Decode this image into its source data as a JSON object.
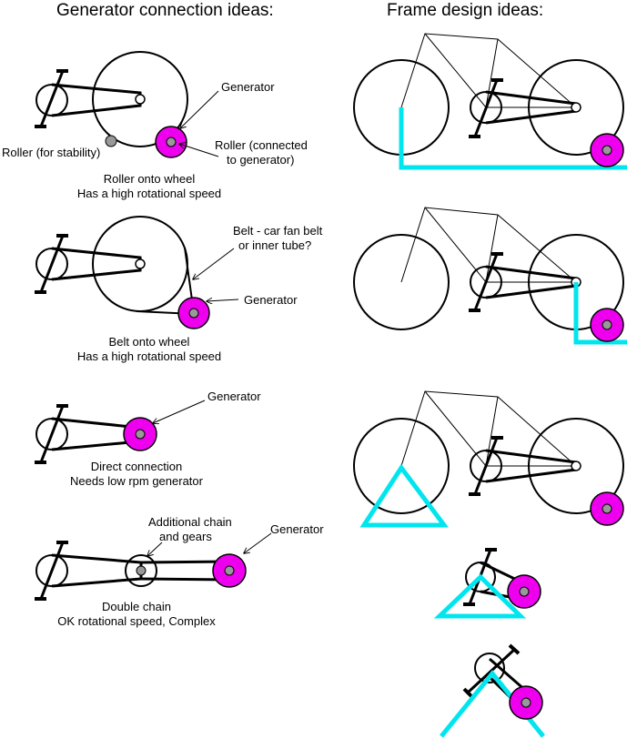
{
  "headings": {
    "left": "Generator connection ideas:",
    "right": "Frame design ideas:"
  },
  "panel1": {
    "generator_label": "Generator",
    "roller_stability_label": "Roller (for stability)",
    "roller_generator_line1": "Roller (connected",
    "roller_generator_line2": "to generator)",
    "caption_line1": "Roller onto wheel",
    "caption_line2": "Has a high rotational speed"
  },
  "panel2": {
    "belt_line1": "Belt - car fan belt",
    "belt_line2": "or inner tube?",
    "generator_label": "Generator",
    "caption_line1": "Belt onto wheel",
    "caption_line2": "Has a high rotational speed"
  },
  "panel3": {
    "generator_label": "Generator",
    "caption_line1": "Direct connection",
    "caption_line2": "Needs low rpm generator"
  },
  "panel4": {
    "chain_line1": "Additional chain",
    "chain_line2": "and gears",
    "generator_label": "Generator",
    "caption_line1": "Double chain",
    "caption_line2": "OK rotational speed, Complex"
  },
  "colors": {
    "generator": "#ee00ee",
    "frame_accent": "#00e5ee",
    "roller": "#999999"
  }
}
